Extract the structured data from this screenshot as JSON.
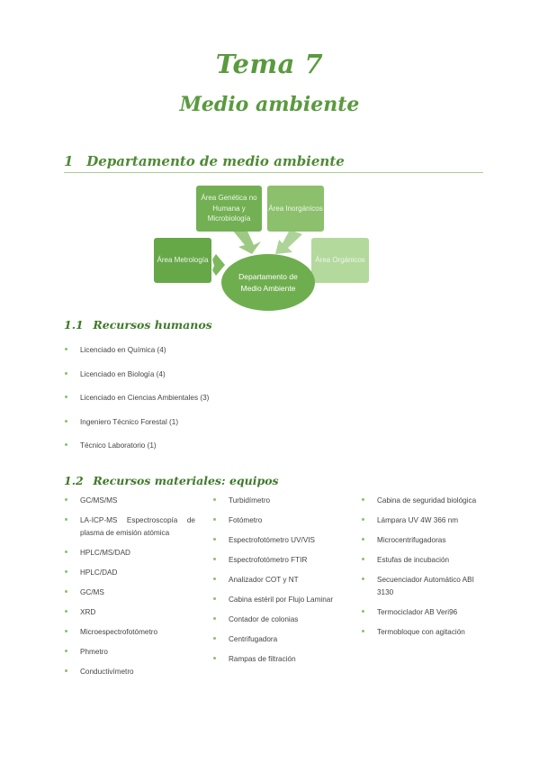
{
  "header": {
    "title": "Tema 7",
    "subtitle": "Medio ambiente"
  },
  "section1": {
    "number": "1",
    "title": "Departamento de medio ambiente"
  },
  "diagram": {
    "center": "Departamento de Medio Ambiente",
    "boxes": [
      {
        "label": "Área Genética no Humana y Microbiología"
      },
      {
        "label": "Área Inorgánicos"
      },
      {
        "label": "Área Metrología"
      },
      {
        "label": "Área Orgánicos"
      }
    ],
    "colors": {
      "dark": "#6fae4f",
      "medium": "#8cc06c",
      "light": "#b3d99c"
    }
  },
  "section1_1": {
    "number": "1.1",
    "title": "Recursos humanos",
    "items": [
      "Licenciado en Química (4)",
      "Licenciado en Biología (4)",
      "Licenciado en Ciencias Ambientales (3)",
      "Ingeniero Técnico Forestal (1)",
      "Técnico Laboratorio (1)"
    ]
  },
  "section1_2": {
    "number": "1.2",
    "title": "Recursos materiales: equipos",
    "col1": [
      "GC/MS/MS",
      "LA-ICP-MS Espectroscopía de plasma de emisión atómica",
      "HPLC/MS/DAD",
      "HPLC/DAD",
      "GC/MS",
      "XRD",
      "Microespectrofotómetro",
      "Phmetro",
      "Conductivímetro"
    ],
    "col2": [
      "Turbidímetro",
      "Fotómetro",
      "Espectrofotómetro UV/VIS",
      "Espectrofotómetro FTIR",
      "Analizador COT y NT",
      "Cabina estéril por Flujo Laminar",
      "Contador de colonias",
      "Centrifugadora",
      "Rampas de filtración"
    ],
    "col3": [
      "Cabina de seguridad biológica",
      "Lámpara UV 4W 366 nm",
      "Microcentrifugadoras",
      "Estufas de incubación",
      "Secuenciador Automático ABI 3130",
      "Termociclador AB Veri96",
      "Termobloque con agitación"
    ]
  }
}
